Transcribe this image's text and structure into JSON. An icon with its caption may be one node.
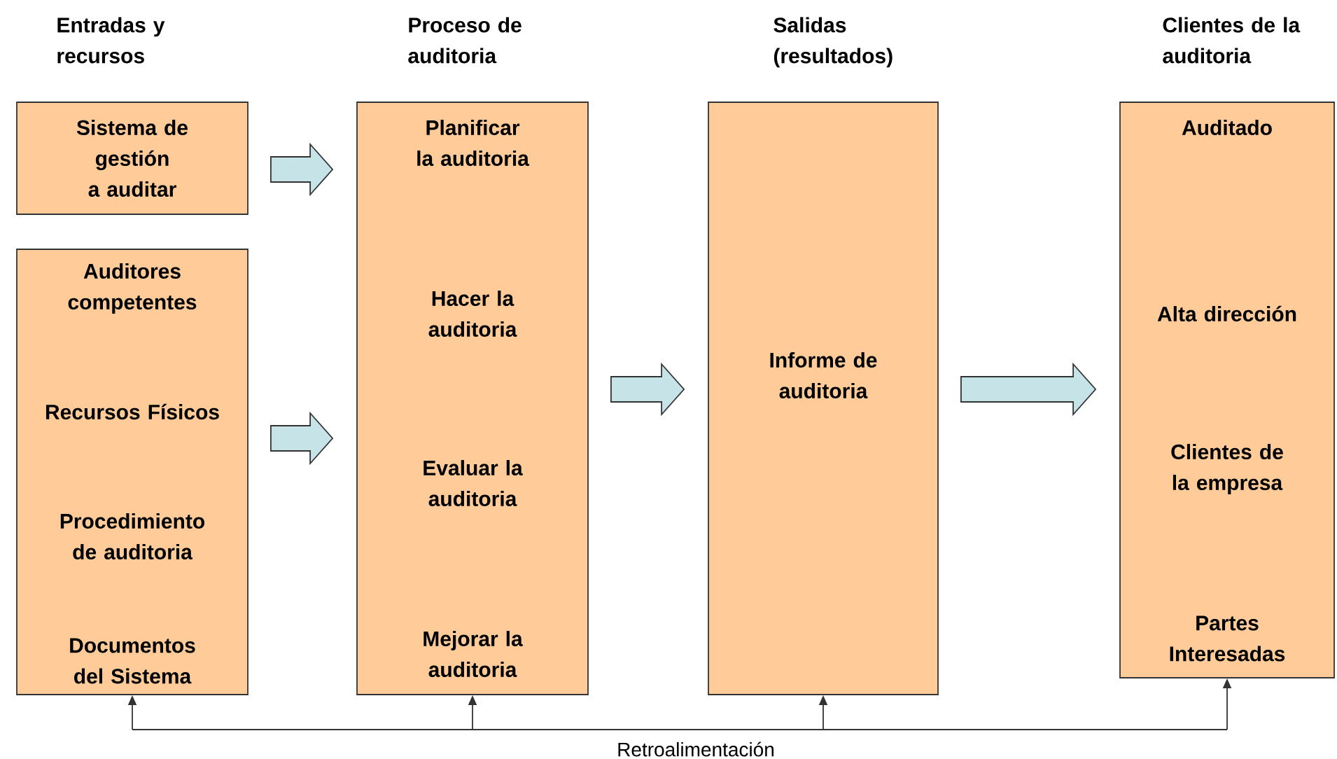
{
  "diagram": {
    "nodes": [
      {
        "text": [
          "Sistema de gestión a auditar"
        ]
      },
      {
        "text": [
          "Auditores competentes",
          "Recursos Físicos",
          "Procedimiento de auditoria",
          "Documentos del Sistema"
        ]
      },
      {
        "text": [
          "Planificar la auditoria",
          "Hacer la auditoria",
          "Evaluar la auditoria",
          "Mejorar la auditoria"
        ]
      },
      {
        "text": [
          "Informe de auditoria"
        ]
      },
      {
        "text": [
          "Auditado",
          "Alta dirección",
          "Clientes de la empresa",
          "Partes Interesadas"
        ]
      }
    ],
    "edges": [
      {
        "from": 0,
        "to": 2,
        "arrow": "to"
      },
      {
        "from": 1,
        "to": 2,
        "arrow": "to"
      },
      {
        "from": 2,
        "to": 3,
        "arrow": "to"
      },
      {
        "from": 3,
        "to": 4,
        "arrow": "to"
      },
      {
        "from": null,
        "to": 1,
        "arrow": "to"
      },
      {
        "from": null,
        "to": 2,
        "arrow": "to"
      },
      {
        "from": null,
        "to": 3,
        "arrow": "to"
      },
      {
        "from": null,
        "to": 4,
        "arrow": "to"
      }
    ],
    "labels": [
      "Entradas y recursos",
      "Proceso de auditoria",
      "Salidas (resultados)",
      "Clientes de la auditoria",
      "Retroalimentación"
    ]
  }
}
